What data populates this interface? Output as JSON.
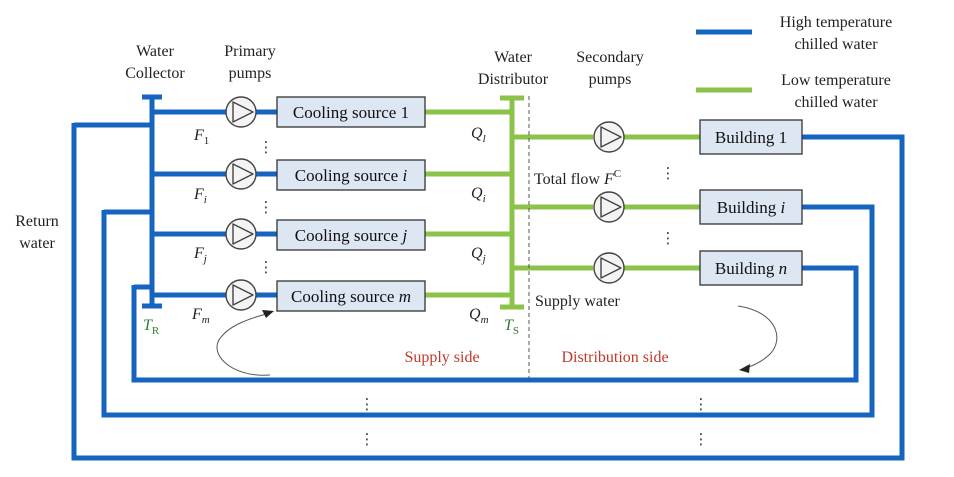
{
  "colors": {
    "high_temp": "#1565c0",
    "low_temp": "#8bc34a",
    "supply_side_text": "#c0392b",
    "temperature_label": "#2e7d32"
  },
  "legend": {
    "high_line1": "High temperature",
    "high_line2": "chilled water",
    "low_line1": "Low temperature",
    "low_line2": "chilled water"
  },
  "labels": {
    "water_collector_1": "Water",
    "water_collector_2": "Collector",
    "primary_pumps_1": "Primary",
    "primary_pumps_2": "pumps",
    "water_distributor_1": "Water",
    "water_distributor_2": "Distributor",
    "secondary_pumps_1": "Secondary",
    "secondary_pumps_2": "pumps",
    "return_water_1": "Return",
    "return_water_2": "water",
    "total_flow": "Total flow",
    "total_flow_var": "F",
    "total_flow_sup": "C",
    "supply_water": "Supply water",
    "supply_side": "Supply side",
    "distribution_side": "Distribution side",
    "t_r": "T",
    "t_r_sub": "R",
    "t_s": "T",
    "t_s_sub": "S"
  },
  "cooling_sources": [
    {
      "prefix": "Cooling source ",
      "suffix": "1",
      "suffix_italic": false,
      "flow": "F",
      "flow_sub": "1",
      "q": "Q",
      "q_sub": "l"
    },
    {
      "prefix": "Cooling source ",
      "suffix": "i",
      "suffix_italic": true,
      "flow": "F",
      "flow_sub": "i",
      "q": "Q",
      "q_sub": "i"
    },
    {
      "prefix": "Cooling source ",
      "suffix": "j",
      "suffix_italic": true,
      "flow": "F",
      "flow_sub": "j",
      "q": "Q",
      "q_sub": "j"
    },
    {
      "prefix": "Cooling source ",
      "suffix": "m",
      "suffix_italic": true,
      "flow": "F",
      "flow_sub": "m",
      "q": "Q",
      "q_sub": "m"
    }
  ],
  "buildings": [
    {
      "prefix": "Building ",
      "suffix": "1",
      "suffix_italic": false
    },
    {
      "prefix": "Building ",
      "suffix": "i",
      "suffix_italic": true
    },
    {
      "prefix": "Building ",
      "suffix": "n",
      "suffix_italic": true
    }
  ],
  "ellipsis": "⋮"
}
